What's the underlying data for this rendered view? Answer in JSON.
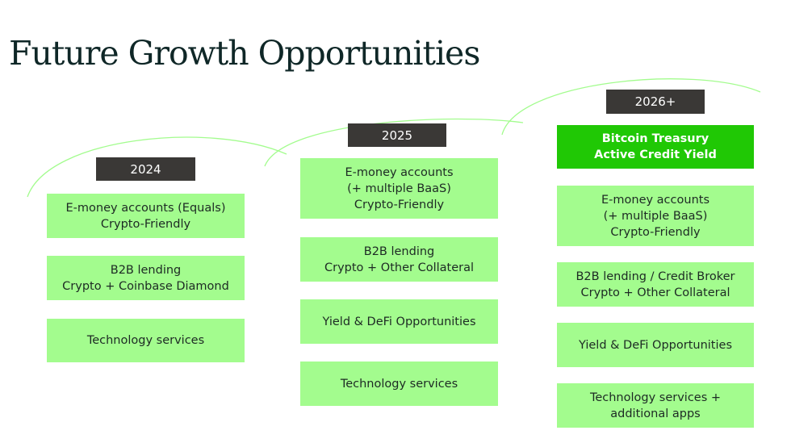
{
  "title": "Future Growth Opportunities",
  "colors": {
    "box": "#a3fc8e",
    "highlight": "#20c805",
    "year": "#3a3836",
    "arc": "#a3fc8e"
  },
  "columns": [
    {
      "year": "2024",
      "items": [
        [
          "E-money accounts (Equals)",
          "Crypto-Friendly"
        ],
        [
          "B2B lending",
          "Crypto + Coinbase Diamond"
        ],
        [
          "Technology services"
        ]
      ]
    },
    {
      "year": "2025",
      "items": [
        [
          "E-money accounts",
          "(+ multiple BaaS)",
          "Crypto-Friendly"
        ],
        [
          "B2B lending",
          "Crypto + Other Collateral"
        ],
        [
          "Yield & DeFi Opportunities"
        ],
        [
          "Technology services"
        ]
      ]
    },
    {
      "year": "2026+",
      "highlight": [
        "Bitcoin Treasury",
        "Active Credit Yield"
      ],
      "items": [
        [
          "E-money accounts",
          "(+ multiple BaaS)",
          "Crypto-Friendly"
        ],
        [
          "B2B lending / Credit Broker",
          "Crypto + Other Collateral"
        ],
        [
          "Yield & DeFi Opportunities"
        ],
        [
          "Technology services +",
          "additional apps"
        ]
      ]
    }
  ]
}
